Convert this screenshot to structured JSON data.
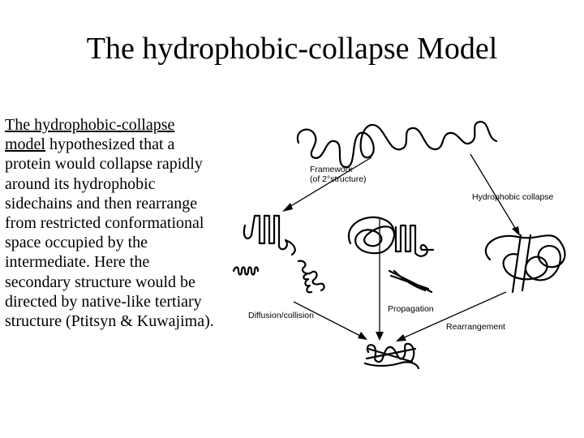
{
  "slide": {
    "title": "The hydrophobic-collapse Model",
    "body_underlined": "The hydrophobic-collapse model",
    "body_rest": " hypothesized that a protein would collapse rapidly around its hydrophobic sidechains and then rearrange from restricted conformational space occupied by the intermediate.  Here the secondary structure would be directed by native-like tertiary structure (Ptitsyn & Kuwajima)."
  },
  "diagram": {
    "label_framework_line1": "Framework",
    "label_framework_line2": "(of 2°structure)",
    "label_hydrophobic_collapse": "Hydrophobic collapse",
    "label_diffusion_collision": "Diffusion/collision",
    "label_propagation": "Propagation",
    "label_rearrangement": "Rearrangement"
  }
}
